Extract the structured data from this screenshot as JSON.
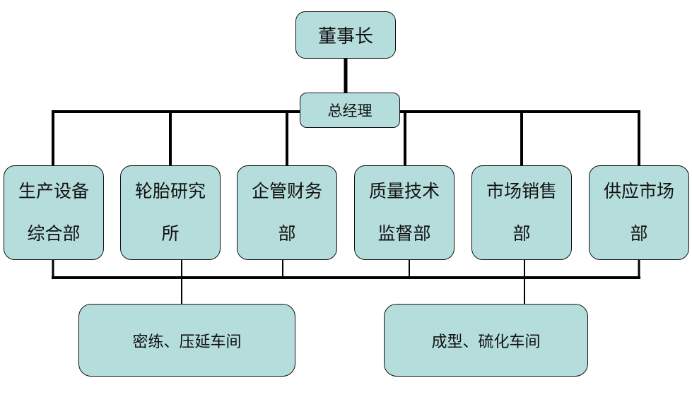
{
  "diagram": {
    "chairman": "董事长",
    "general_manager": "总经理",
    "departments": [
      {
        "line1": "生产设备",
        "line2": "综合部"
      },
      {
        "line1": "轮胎研究",
        "line2": "所"
      },
      {
        "line1": "企管财务",
        "line2": "部"
      },
      {
        "line1": "质量技术",
        "line2": "监督部"
      },
      {
        "line1": "市场销售",
        "line2": "部"
      },
      {
        "line1": "供应市场",
        "line2": "部"
      }
    ],
    "workshops": [
      "密练、压延车间",
      "成型、硫化车间"
    ]
  },
  "colors": {
    "node_fill": "#b5dddc",
    "line": "#000000"
  }
}
